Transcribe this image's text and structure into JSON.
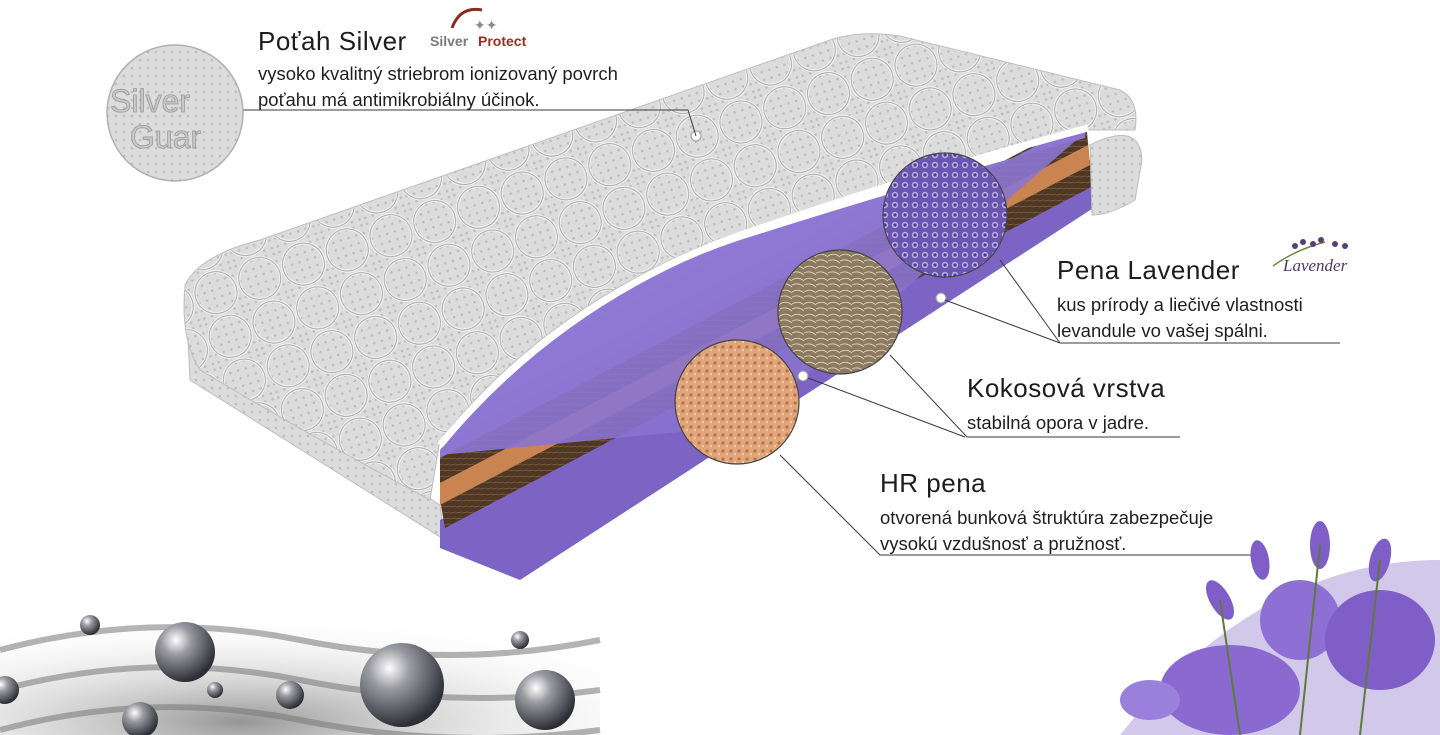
{
  "callouts": {
    "silver": {
      "title": "Poťah Silver",
      "line1": "vysoko kvalitný striebrom ionizovaný povrch",
      "line2": "poťahu má antimikrobiálny účinok."
    },
    "lavender": {
      "title": "Pena Lavender",
      "line1": "kus prírody a liečivé vlastnosti",
      "line2": "levandule vo vašej spálni."
    },
    "coconut": {
      "title": "Kokosová vrstva",
      "line1": "stabilná opora v jadre."
    },
    "hr": {
      "title": "HR pena",
      "line1": "otvorená bunková štruktúra zabezpečuje",
      "line2": "vysokú vzdušnosť a pružnosť."
    }
  },
  "logos": {
    "silver_protect_a": "Silver",
    "silver_protect_b": "Protect",
    "lavender": "Lavender",
    "silver_guard_a": "Silver",
    "silver_guard_b": "Guar"
  },
  "colors": {
    "foam_purple": "#8f79d4",
    "coconut": "#5a3f2a",
    "copper_layer": "#c98452",
    "cover_grey": "#d9d9d9",
    "silver_protect_red": "#9b2d1f",
    "lavender_logo": "#5a3d7a"
  }
}
